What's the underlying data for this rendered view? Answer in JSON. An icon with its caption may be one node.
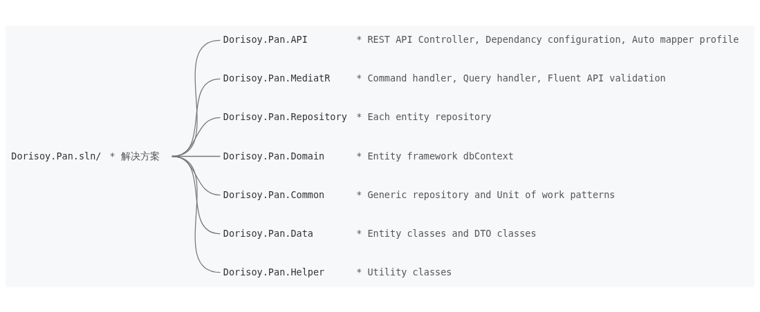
{
  "diagram": {
    "nodes": [
      {
        "text": [
          "Dorisoy.Pan.sln/"
        ],
        "beside": [
          "* 解决方案"
        ]
      },
      {
        "text": [
          "Dorisoy.Pan.API"
        ],
        "beside": [
          "* REST API Controller, Dependancy configuration, Auto mapper profile"
        ]
      },
      {
        "text": [
          "Dorisoy.Pan.MediatR"
        ],
        "beside": [
          "* Command handler, Query handler, Fluent API validation"
        ]
      },
      {
        "text": [
          "Dorisoy.Pan.Repository"
        ],
        "beside": [
          "* Each entity repository"
        ]
      },
      {
        "text": [
          "Dorisoy.Pan.Domain"
        ],
        "beside": [
          "* Entity framework dbContext"
        ]
      },
      {
        "text": [
          "Dorisoy.Pan.Common"
        ],
        "beside": [
          "* Generic repository and Unit of work patterns"
        ]
      },
      {
        "text": [
          "Dorisoy.Pan.Data"
        ],
        "beside": [
          "* Entity classes and DTO classes"
        ]
      },
      {
        "text": [
          "Dorisoy.Pan.Helper"
        ],
        "beside": [
          "* Utility classes"
        ]
      }
    ],
    "edges": [
      {
        "from": 0,
        "to": 1,
        "arrow": "none"
      },
      {
        "from": 0,
        "to": 2,
        "arrow": "none"
      },
      {
        "from": 0,
        "to": 3,
        "arrow": "none"
      },
      {
        "from": 0,
        "to": 4,
        "arrow": "none"
      },
      {
        "from": 0,
        "to": 5,
        "arrow": "none"
      },
      {
        "from": 0,
        "to": 6,
        "arrow": "none"
      },
      {
        "from": 0,
        "to": 7,
        "arrow": "none"
      }
    ]
  }
}
